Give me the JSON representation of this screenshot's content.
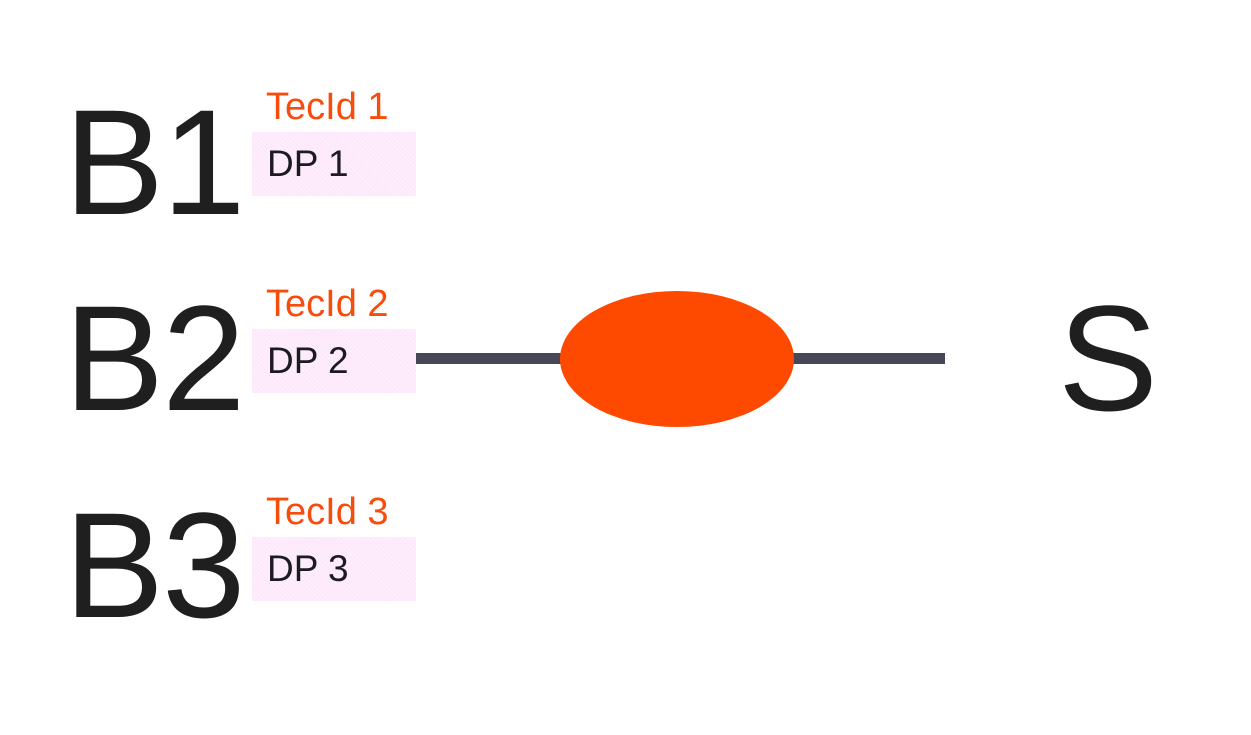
{
  "colors": {
    "node_text": "#1e1f1e",
    "tec_text": "#f64c0d",
    "dp_box": "#fde8fb",
    "wire": "#474757",
    "relay": "#fe4a00"
  },
  "nodes": [
    {
      "label": "B1",
      "tec": "TecId 1",
      "dp": "DP 1"
    },
    {
      "label": "B2",
      "tec": "TecId 2",
      "dp": "DP 2"
    },
    {
      "label": "B3",
      "tec": "TecId 3",
      "dp": "DP 3"
    }
  ],
  "target": {
    "label": "S"
  },
  "connection": {
    "from": "B2",
    "to": "S"
  }
}
